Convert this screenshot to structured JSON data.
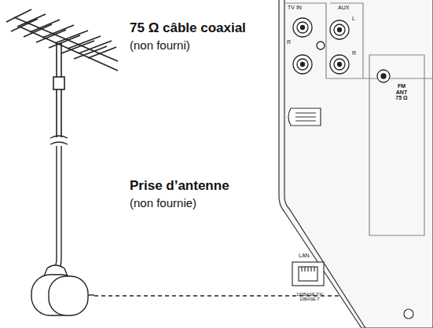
{
  "diagram": {
    "labels": [
      "75 Ω câble coaxial",
      "(non fourni)",
      "Prise d’antenne",
      "(non fournie)",
      "TV IN",
      "AUX",
      "R",
      "L",
      "R",
      "FM ANT 75 Ω",
      "LAN",
      "100BASE-TX/ 10BASE-T"
    ]
  }
}
